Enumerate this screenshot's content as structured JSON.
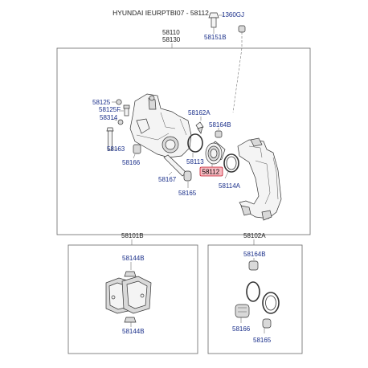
{
  "title": "HYUNDAI IEURPTBI07 - 58112",
  "highlight_color": "#f7b9c0",
  "highlight_border": "#c21a2a",
  "label_blue": "#1a2f8a",
  "labels": {
    "p1360gj": "1360GJ",
    "p58110": "58110",
    "p58130": "58130",
    "p58151b": "58151B",
    "p58125": "58125",
    "p58125f": "58125F",
    "p58314": "58314",
    "p58162a": "58162A",
    "p58164b": "58164B",
    "p58163": "58163",
    "p58166": "58166",
    "p58113": "58113",
    "p58112": "58112",
    "p58167": "58167",
    "p58114a": "58114A",
    "p58165": "58165",
    "p58101b": "58101B",
    "p58102a": "58102A",
    "p58144b_top": "58144B",
    "p58144b_bottom": "58144B",
    "p58164b_kit": "58164B",
    "p58166_kit": "58166",
    "p58165_kit": "58165"
  }
}
